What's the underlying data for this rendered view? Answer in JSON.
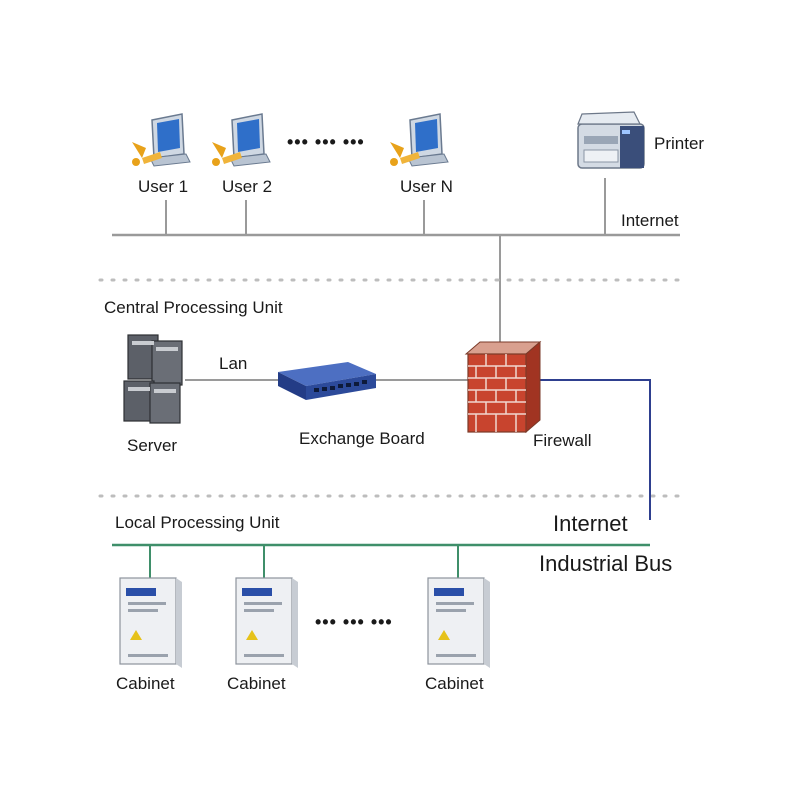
{
  "users": {
    "user1": "User 1",
    "user2": "User 2",
    "userN": "User N",
    "ellipsis": "•••  •••  •••"
  },
  "printer": {
    "label": "Printer"
  },
  "network_top": {
    "internet_label": "Internet"
  },
  "central": {
    "section_label": "Central Processing Unit",
    "server_label": "Server",
    "lan_label": "Lan",
    "exchange_label": "Exchange Board",
    "firewall_label": "Firewall"
  },
  "local": {
    "section_label": "Local Processing Unit",
    "internet_label": "Internet",
    "bus_label": "Industrial Bus",
    "cabinet1": "Cabinet",
    "cabinet2": "Cabinet",
    "cabinet3": "Cabinet",
    "ellipsis": "•••  •••  •••"
  },
  "colors": {
    "line_gray": "#9a9a9a",
    "bus_green": "#3f8f6a",
    "wan_blue": "#2e3f8f",
    "brick": "#c8442e",
    "switch_blue": "#2c4a9a"
  }
}
